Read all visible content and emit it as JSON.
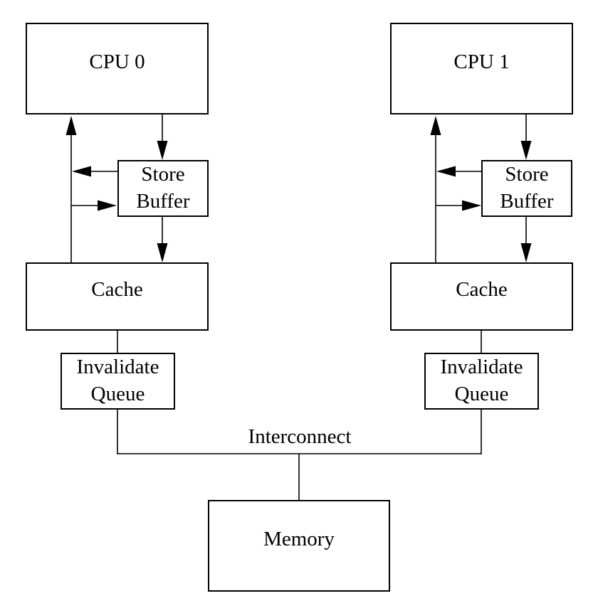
{
  "diagram": {
    "background": "#ffffff",
    "stroke_color": "#000000",
    "text_color": "#000000",
    "nodes": {
      "cpu0": {
        "label": "CPU 0"
      },
      "cpu1": {
        "label": "CPU 1"
      },
      "store_buffer_0": {
        "label": "Store Buffer"
      },
      "store_buffer_1": {
        "label": "Store Buffer"
      },
      "cache_0": {
        "label": "Cache"
      },
      "cache_1": {
        "label": "Cache"
      },
      "invalidate_queue_0": {
        "label": "Invalidate Queue"
      },
      "invalidate_queue_1": {
        "label": "Invalidate Queue"
      },
      "memory": {
        "label": "Memory"
      }
    },
    "bus_label": "Interconnect",
    "edges": [
      {
        "from": "cpu0",
        "to": "store_buffer_0",
        "style": "arrow"
      },
      {
        "from": "store_buffer_0",
        "to": "cache_0",
        "style": "arrow"
      },
      {
        "from": "cache_0",
        "to": "cpu0",
        "style": "arrow"
      },
      {
        "from": "store_buffer_0",
        "to": "cpu0_cache_path",
        "style": "arrow"
      },
      {
        "from": "cpu0_cache_path",
        "to": "store_buffer_0",
        "style": "arrow"
      },
      {
        "from": "cache_0",
        "to": "invalidate_queue_0",
        "style": "line"
      },
      {
        "from": "invalidate_queue_0",
        "to": "interconnect",
        "style": "line"
      },
      {
        "from": "cpu1",
        "to": "store_buffer_1",
        "style": "arrow"
      },
      {
        "from": "store_buffer_1",
        "to": "cache_1",
        "style": "arrow"
      },
      {
        "from": "cache_1",
        "to": "cpu1",
        "style": "arrow"
      },
      {
        "from": "store_buffer_1",
        "to": "cpu1_cache_path",
        "style": "arrow"
      },
      {
        "from": "cpu1_cache_path",
        "to": "store_buffer_1",
        "style": "arrow"
      },
      {
        "from": "cache_1",
        "to": "invalidate_queue_1",
        "style": "line"
      },
      {
        "from": "invalidate_queue_1",
        "to": "interconnect",
        "style": "line"
      },
      {
        "from": "interconnect",
        "to": "memory",
        "style": "line"
      }
    ]
  }
}
